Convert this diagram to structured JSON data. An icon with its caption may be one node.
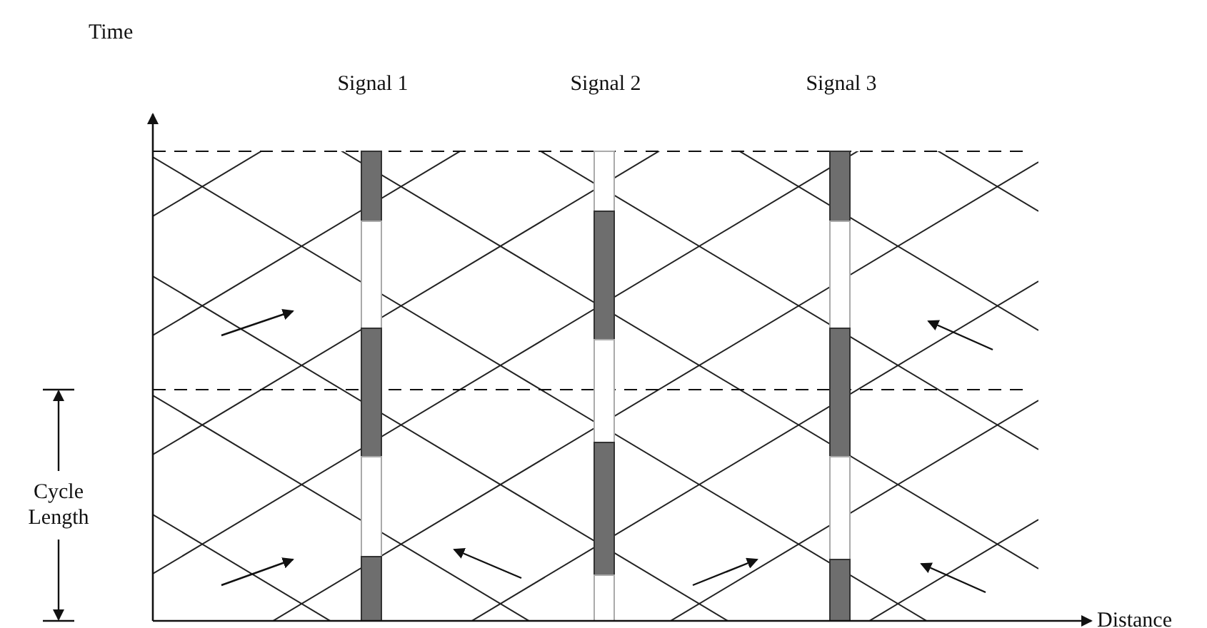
{
  "diagram": {
    "labels": [
      "Time",
      "Signal 1",
      "Signal 2",
      "Signal 3",
      "Cycle Length",
      "Distance"
    ]
  }
}
